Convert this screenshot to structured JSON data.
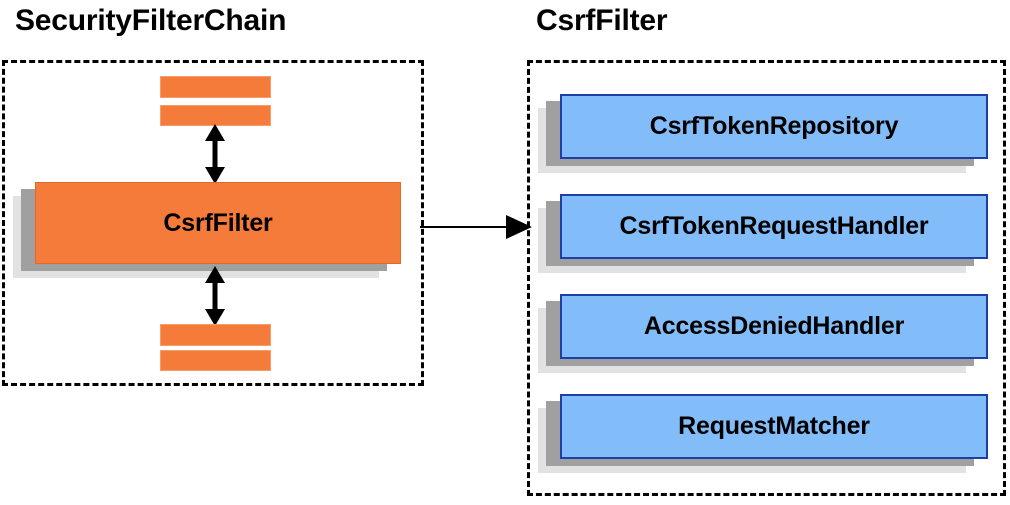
{
  "diagram": {
    "type": "architecture-diagram",
    "background": "#ffffff",
    "panels": [
      {
        "id": "security-filter-chain",
        "title": "SecurityFilterChain",
        "border_style": "dashed",
        "border_color": "#000000",
        "accent_color": "#f47b39",
        "nodes": [
          {
            "id": "filter-bar-top-1",
            "label": "",
            "kind": "bar"
          },
          {
            "id": "filter-bar-top-2",
            "label": "",
            "kind": "bar"
          },
          {
            "id": "csrf-filter",
            "label": "CsrfFilter",
            "kind": "stacked-box"
          },
          {
            "id": "filter-bar-bottom-1",
            "label": "",
            "kind": "bar"
          },
          {
            "id": "filter-bar-bottom-2",
            "label": "",
            "kind": "bar"
          }
        ],
        "connectors": [
          {
            "id": "arrow-above-csrf-filter",
            "direction": "double",
            "orientation": "vertical"
          },
          {
            "id": "arrow-below-csrf-filter",
            "direction": "double",
            "orientation": "vertical"
          }
        ]
      },
      {
        "id": "csrf-filter-detail",
        "title": "CsrfFilter",
        "border_style": "dashed",
        "border_color": "#000000",
        "accent_color": "#82bdfa",
        "nodes": [
          {
            "id": "csrf-token-repository",
            "label": "CsrfTokenRepository",
            "kind": "stacked-box"
          },
          {
            "id": "csrf-token-request-handler",
            "label": "CsrfTokenRequestHandler",
            "kind": "stacked-box"
          },
          {
            "id": "access-denied-handler",
            "label": "AccessDeniedHandler",
            "kind": "stacked-box"
          },
          {
            "id": "request-matcher",
            "label": "RequestMatcher",
            "kind": "stacked-box"
          }
        ]
      }
    ],
    "cross_panel_connector": {
      "id": "expand-arrow",
      "direction": "single",
      "orientation": "horizontal",
      "from": "security-filter-chain",
      "to": "csrf-filter-detail"
    },
    "colors": {
      "orange_fill": "#f47b39",
      "orange_border": "#f79b6a",
      "blue_fill": "#82bdfa",
      "blue_border": "#1f3fa8",
      "shadow_mid": "#a0a0a0",
      "shadow_light": "#e2e2e2",
      "line": "#000000",
      "text": "#000000"
    }
  }
}
